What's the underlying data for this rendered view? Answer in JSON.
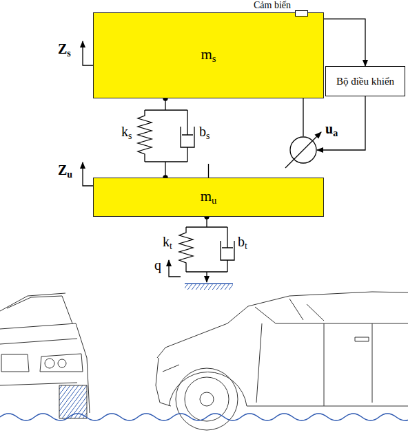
{
  "diagram": {
    "nodes": [
      {
        "text": [
          "ms"
        ]
      },
      {
        "text": [
          "Cảm biến"
        ]
      },
      {
        "text": [
          "Bộ điều khiển"
        ]
      },
      {
        "text": [
          "ua"
        ]
      },
      {
        "text": [
          "mu"
        ]
      }
    ],
    "edges": [
      {
        "from": 1,
        "to": 2,
        "arrow": "to"
      },
      {
        "from": 2,
        "to": 3,
        "arrow": "to"
      },
      {
        "from": 0,
        "to": 3,
        "arrow": "none"
      },
      {
        "from": 3,
        "to": 4,
        "arrow": "none"
      }
    ],
    "labels": [
      "Zs",
      "ks",
      "bs",
      "Zu",
      "kt",
      "bt",
      "q"
    ]
  }
}
